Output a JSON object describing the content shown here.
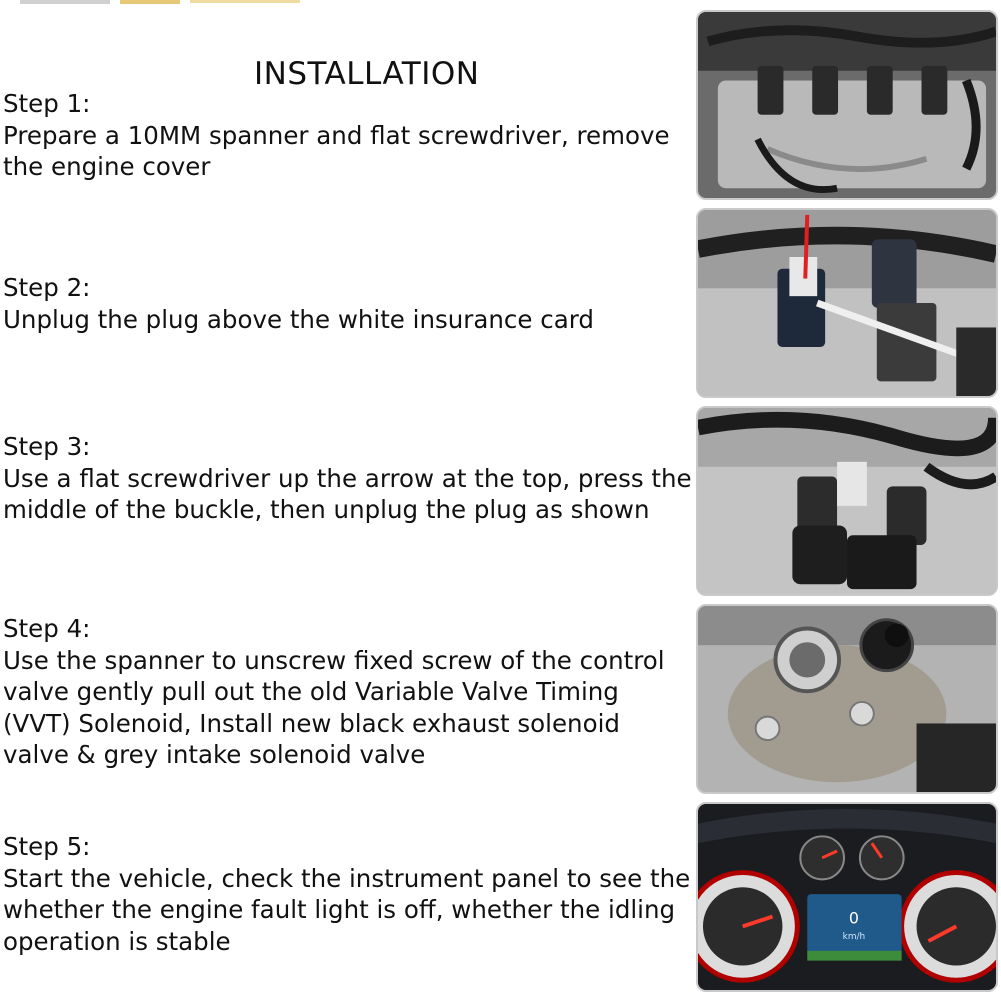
{
  "heading": "INSTALLATION",
  "steps": [
    {
      "label": "Step 1:",
      "text": "Prepare a 10MM spanner and flat screwdriver, remove the engine cover"
    },
    {
      "label": "Step 2:",
      "text": "Unplug the plug above the white insurance card"
    },
    {
      "label": "Step 3:",
      "text": "Use a flat screwdriver up the arrow at the top, press the middle of the buckle, then unplug the plug as shown"
    },
    {
      "label": "Step 4:",
      "text": "Use the spanner to unscrew fixed screw of the control valve gently pull out the old Variable Valve Timing (VVT) Solenoid, Install new black exhaust solenoid valve & grey intake solenoid valve"
    },
    {
      "label": "Step 5:",
      "text": "Start the vehicle, check the instrument panel to see the whether the engine fault light is off, whether the idling operation is stable"
    }
  ],
  "photos": {
    "dash_speed": "0",
    "dash_unit": "km/h"
  }
}
